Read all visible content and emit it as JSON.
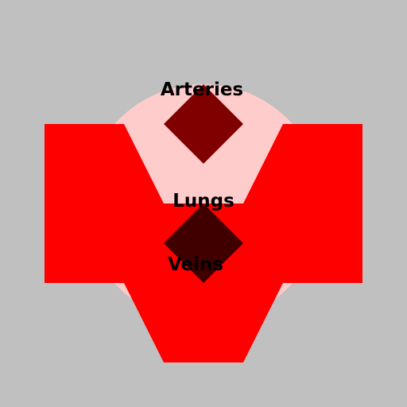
{
  "labels": {
    "arteries": "Arteries",
    "lungs": "Lungs",
    "veins": "Veins"
  },
  "colors": {
    "background": "#c0c0c0",
    "circle": "#ffcccc",
    "body": "#ff0000",
    "arteries_diamond": "#800000",
    "lungs_diamond": "#400000",
    "text": "#000000"
  }
}
